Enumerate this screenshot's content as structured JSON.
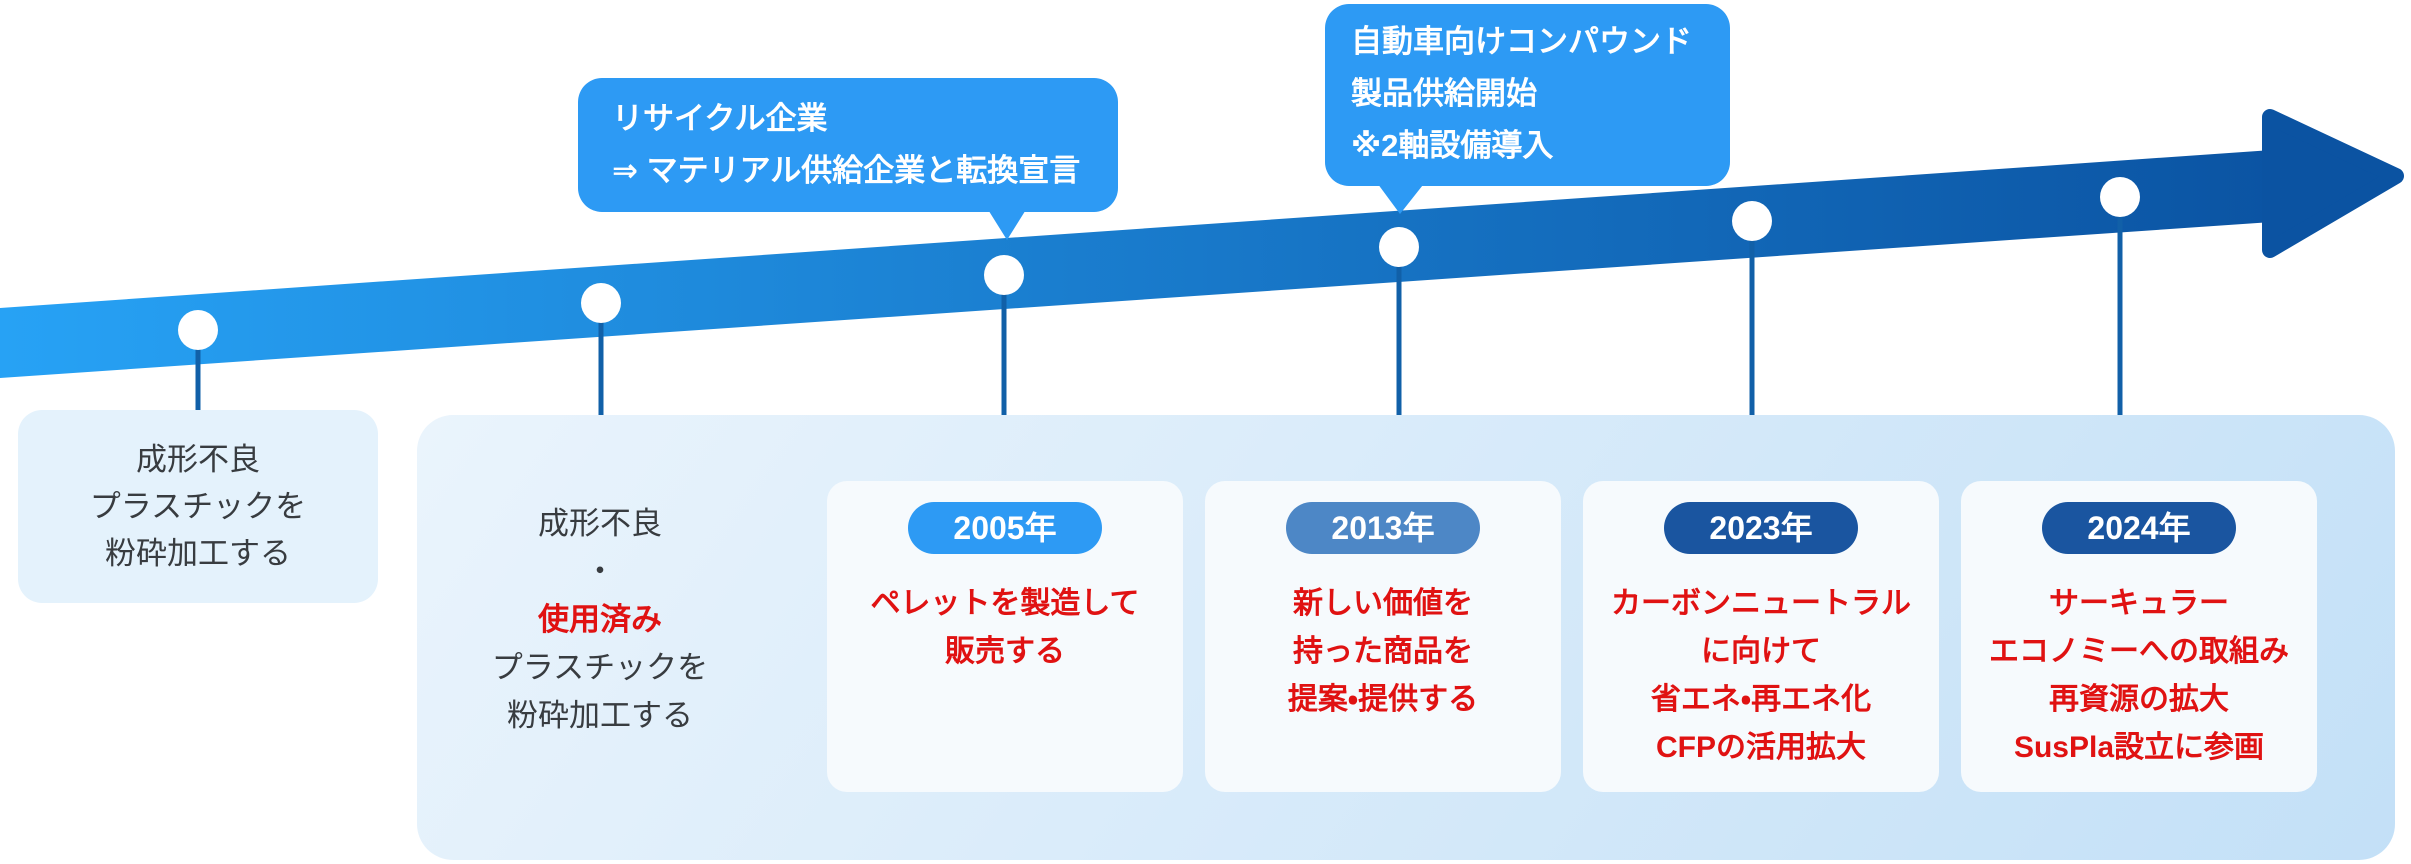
{
  "palette": {
    "azure": "#2d9af4",
    "band_start": "#27a2f5",
    "band_end": "#0b54a3",
    "arrow_head": "#0b53a2",
    "connector": "#1160a8",
    "dot": "#ffffff",
    "panel_start": "#eaf4fc",
    "panel_end": "#c3e0f7",
    "side_card_bg": "#e4f2fc",
    "year_card_bg": "#f6fafd",
    "dark_text": "#383c40",
    "red_text": "#e01212",
    "pill_text": "#ffffff"
  },
  "callouts": [
    {
      "text": "リサイクル企業\n⇒ マテリアル供給企業と転換宣言"
    },
    {
      "text": "自動車向けコンパウンド\n製品供給開始\n※2軸設備導入"
    }
  ],
  "side_card": {
    "text": "成形不良\nプラスチックを\n粉砕加工する"
  },
  "phase_block": {
    "line1": "成形不良",
    "separator": "・",
    "emphasis": "使用済み",
    "line3": "プラスチックを",
    "line4": "粉砕加工する"
  },
  "year_cards": [
    {
      "year": "2005年",
      "pill_color": "#2d9af4",
      "body": "ペレットを製造して\n販売する"
    },
    {
      "year": "2013年",
      "pill_color": "#4d87c6",
      "body": "新しい価値を\n持った商品を\n提案・提供する"
    },
    {
      "year": "2023年",
      "pill_color": "#1a55a0",
      "body": "カーボンニュートラル\nに向けて\n省エネ・再エネ化\nCFPの活用拡大"
    },
    {
      "year": "2024年",
      "pill_color": "#1a55a0",
      "body": "サーキュラー\nエコノミーへの取組み\n再資源の拡大\nSusPla設立に参画"
    }
  ]
}
